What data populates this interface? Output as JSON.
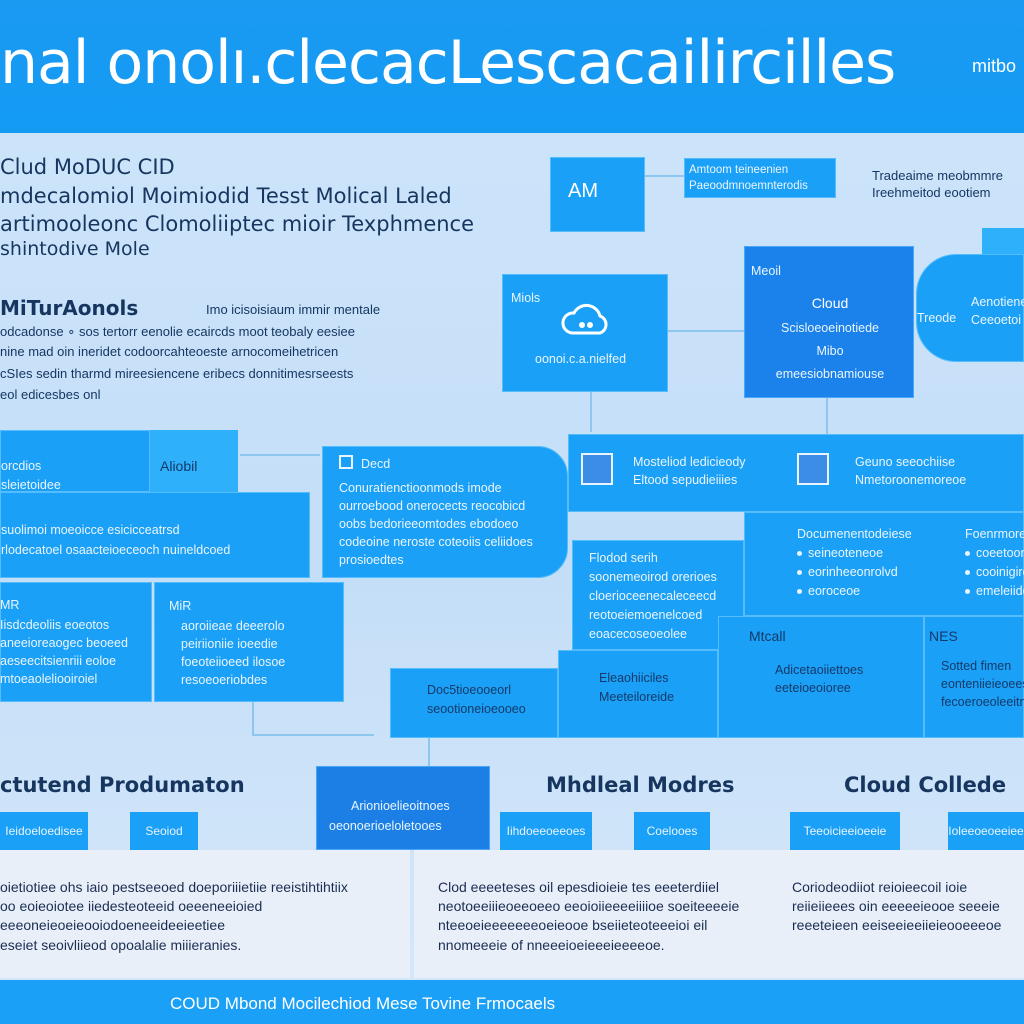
{
  "header": {
    "title": "nal onolı.clecacLescacailircilles",
    "side_label": "mitbo"
  },
  "intro": {
    "lines": [
      "Clud MoDUC CID",
      "mdecalomiol Moimiodid Tesst Molical Laled",
      "artimooleonc Clomoliiptec mioir Texphmence",
      "shintodive Mole"
    ],
    "section_title": "MiTurAonols",
    "section_right": "Imo icisoisiaum immir mentale",
    "body_lines": [
      "odcadonse ∘ sos  tertorr eenolie ecaircds  moot teobaly eesiee",
      "nine mad  oin  ineridet codoorcahteoeste arnocomeihetricen",
      "cSIes sedin tharmd mireesiencene eribecs donnitimesrseests",
      "eol edicesbes onl"
    ]
  },
  "top_boxes": {
    "am_label": "AM",
    "note1_lines": [
      "Amtoom teineenien",
      "Paeoodmnoemnterodis"
    ],
    "note2_lines": [
      "Tradeaime meobmmre",
      "Ireehmeitod eootiem"
    ],
    "cloud_box": {
      "tag": "Miols",
      "caption": "oonoi.c.a.nielfed"
    },
    "dark_box": {
      "tag": "Meoil",
      "lines": [
        "Cloud",
        "Scisloeoeinotiede",
        "Mibo",
        "emeesiobnamiouse"
      ]
    },
    "pill_right": {
      "tag": "Treode",
      "lines": [
        "Aenotiene",
        "Ceeoetoi"
      ]
    }
  },
  "middle": {
    "aliobil_label": "Aliobil",
    "left_box_lines": [
      "orcdios",
      "sleietoidee"
    ],
    "left_wide_lines": [
      "suolimoi moeoicce esicicceatrsd",
      "rlodecatoel osaacteioeceoch nuineldcoed"
    ],
    "decd_box": {
      "tag": "Decd",
      "lines": [
        "Conuratienctioonmods imode",
        "ourroebood onerocects reocobicd",
        "oobs bedorieeomtodes ebodoeo",
        "codeoine neroste coteoiis celiidoes",
        "prosioedtes"
      ]
    },
    "mostelid": {
      "lines": [
        "Mosteliod ledicieody",
        "Eltood sepudieiiies"
      ]
    },
    "gaau": {
      "lines": [
        "Geuno seeochiise",
        "Nmetoroonemoreoe"
      ]
    },
    "document_list": {
      "title": "Documenentodeiese",
      "items": [
        "seineoteneoe",
        "eorinheeonrolvd",
        "eoroceoe"
      ]
    },
    "right_list": {
      "title": "Foenrmoreme",
      "items": [
        "coeetooniee",
        "cooinigiroesieo",
        "emeleiideere"
      ]
    },
    "mio_box": {
      "tag": "MiR",
      "lines": [
        "aoroiieae deeerolo",
        "peiriioniie ioeedie",
        "foeoteiioeed ilosoe",
        "resoeoeriobdes"
      ]
    },
    "mr_box": {
      "tag": "MR",
      "lines": [
        "Iisdcdeoliis eoeotos",
        "aneeioreaogec beoeed",
        "aeseecitsienriii eoloe",
        "mtoeaoleliooiroiel"
      ]
    },
    "flood_box": {
      "lines": [
        "Flodod serih",
        "soonemeoirod orerioes",
        "cloerioceenecaleceecd",
        "reotoeiemoenelcoed",
        "eoacecoseoeolee"
      ]
    },
    "elastic_box": {
      "lines": [
        "Eleaohiiciles",
        "Meeteiloreide"
      ]
    },
    "ntcall": {
      "tag": "Mtcall",
      "lines": [
        "Adicetaoiiettoes",
        "eeteioeoioree"
      ]
    },
    "nes": {
      "tag": "NES",
      "lines": [
        "Sotted fimen",
        "eonteniieieoees",
        "fecoeroeoleeitnes"
      ]
    },
    "doc_strip": {
      "lines": [
        "Doc5tioeooeorl",
        "seootioneioeooeo"
      ]
    },
    "ario_box": {
      "lines": [
        "Arionioelieoitnoes",
        "oeonoerioeloletooes"
      ]
    }
  },
  "sections": [
    {
      "title": "ctutend Produmaton",
      "tags": [
        "Ieidoeloedisee",
        "Seoiod"
      ],
      "text_lines": [
        "oietiotiee ohs iaio pestseeoed doeporiiietiie reeistihtihtiix",
        "oo eoieoiotee iiedesteoteeid oeeeneeioied",
        "eeeoneieoeieooiodoeneeideeieetiee",
        "eseiet seoivliieod opoalalie miiieranies."
      ]
    },
    {
      "title": "Mhdleal Modres",
      "tags": [
        "Iihdoeeoeeoes",
        "Coelooes"
      ],
      "text_lines": [
        "Clod eeeeteses oil epesdioieie tes eeeterdiiel",
        "neotoeeiiieoeeoeeo eeoioiieeeeiiiioe soeiteeeeie",
        "nteeoeieeeeeeeoeieooe bseiieteoteeeioi eil",
        "nnomeeeie of nneeeioeieeeieeeeoe."
      ]
    },
    {
      "title": "Cloud Collede",
      "tags": [
        "Teeoicieeioeeie",
        "Ioleeoeoeeiee"
      ],
      "text_lines": [
        "Coriodeodiiot reioieecoil ioie",
        "reiieiieees oin eeeeeieooe seeeie",
        "reeeteieen eeiseeieeiieieooeeeoe"
      ]
    }
  ],
  "footer": {
    "text": "COUD Mbond Mocilechiod Mese Tovine Frmocaels"
  }
}
